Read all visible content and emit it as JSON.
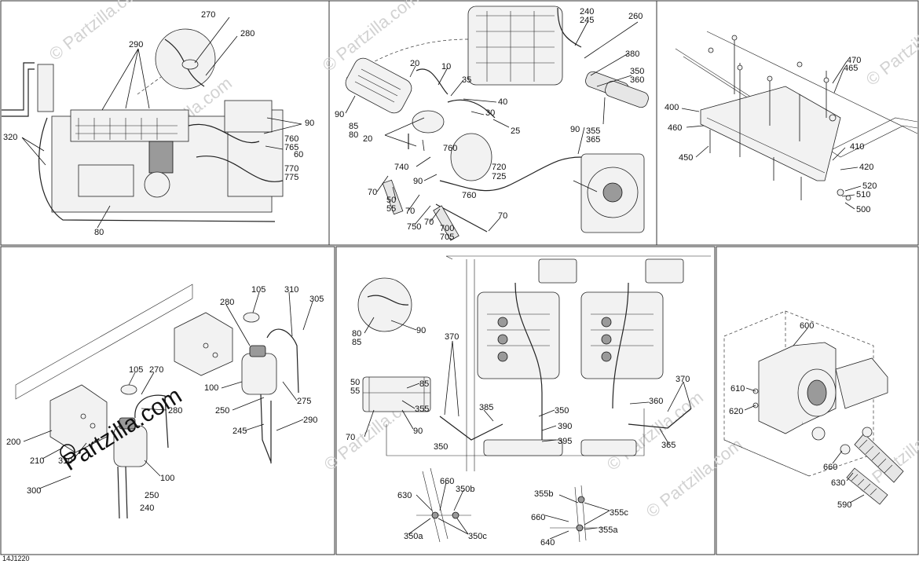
{
  "diagram_code": "14J1220",
  "watermark": {
    "brand": "Partzilla.com",
    "copyright": "© Partzilla.com"
  },
  "panels": {
    "engine_cooling": {
      "labels": [
        "270",
        "280",
        "290",
        "320",
        "90",
        "760",
        "765",
        "60",
        "770",
        "775",
        "80"
      ]
    },
    "hoses_and_manifold": {
      "labels": [
        "240",
        "245",
        "260",
        "380",
        "350",
        "360",
        "20",
        "10",
        "35",
        "40",
        "30",
        "25",
        "90",
        "85",
        "80",
        "20",
        "760",
        "355",
        "365",
        "90",
        "740",
        "720",
        "725",
        "90",
        "760",
        "70",
        "50",
        "55",
        "70",
        "750",
        "70",
        "700",
        "705",
        "70"
      ]
    },
    "mounting_plate": {
      "labels": [
        "470",
        "465",
        "400",
        "460",
        "450",
        "410",
        "420",
        "520",
        "510",
        "500"
      ]
    },
    "coolant_tanks": {
      "labels": [
        "105",
        "310",
        "305",
        "280",
        "100",
        "275",
        "250",
        "290",
        "245",
        "105",
        "270",
        "280",
        "200",
        "210",
        "310",
        "100",
        "300",
        "250",
        "240"
      ]
    },
    "twin_engine_routing": {
      "labels": [
        "80",
        "85",
        "90",
        "370",
        "50",
        "55",
        "85",
        "355",
        "90",
        "70",
        "385",
        "350",
        "390",
        "395",
        "350",
        "360",
        "365",
        "370",
        "660",
        "350b",
        "630",
        "350a",
        "350c",
        "355b",
        "660",
        "355c",
        "355a",
        "640"
      ]
    },
    "heat_exchanger": {
      "labels": [
        "600",
        "610",
        "620",
        "660",
        "630",
        "590"
      ]
    }
  }
}
